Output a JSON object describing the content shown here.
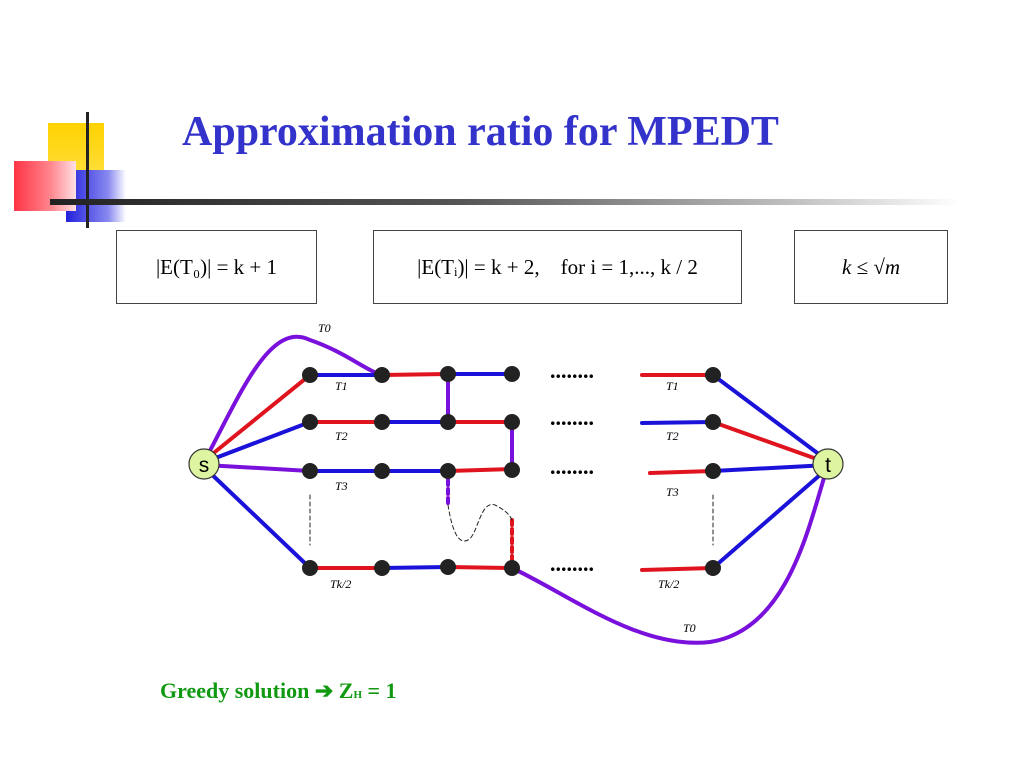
{
  "slide": {
    "title": "Approximation ratio for MPEDT"
  },
  "formulas": {
    "e_t0": "|E(T₀)| = k + 1",
    "e_ti": "|E(Tᵢ)| = k + 2,    for i = 1,..., k / 2",
    "k_bound": "k ≤ √m"
  },
  "diagram": {
    "source_label": "s",
    "sink_label": "t",
    "ellipsis": "........",
    "labels": {
      "t0": "T0",
      "t1": "T1",
      "t2": "T2",
      "t3": "T3",
      "tk2": "Tk/2"
    },
    "colors": {
      "red": "#e0141e",
      "blue": "#1a12d8",
      "purple": "#7a10dc",
      "terminal_fill": "#ddf5a0"
    }
  },
  "footer": {
    "prefix": "Greedy solution",
    "arrow": "➔",
    "z": "Z",
    "z_sub": "H",
    "suffix": "= 1"
  }
}
